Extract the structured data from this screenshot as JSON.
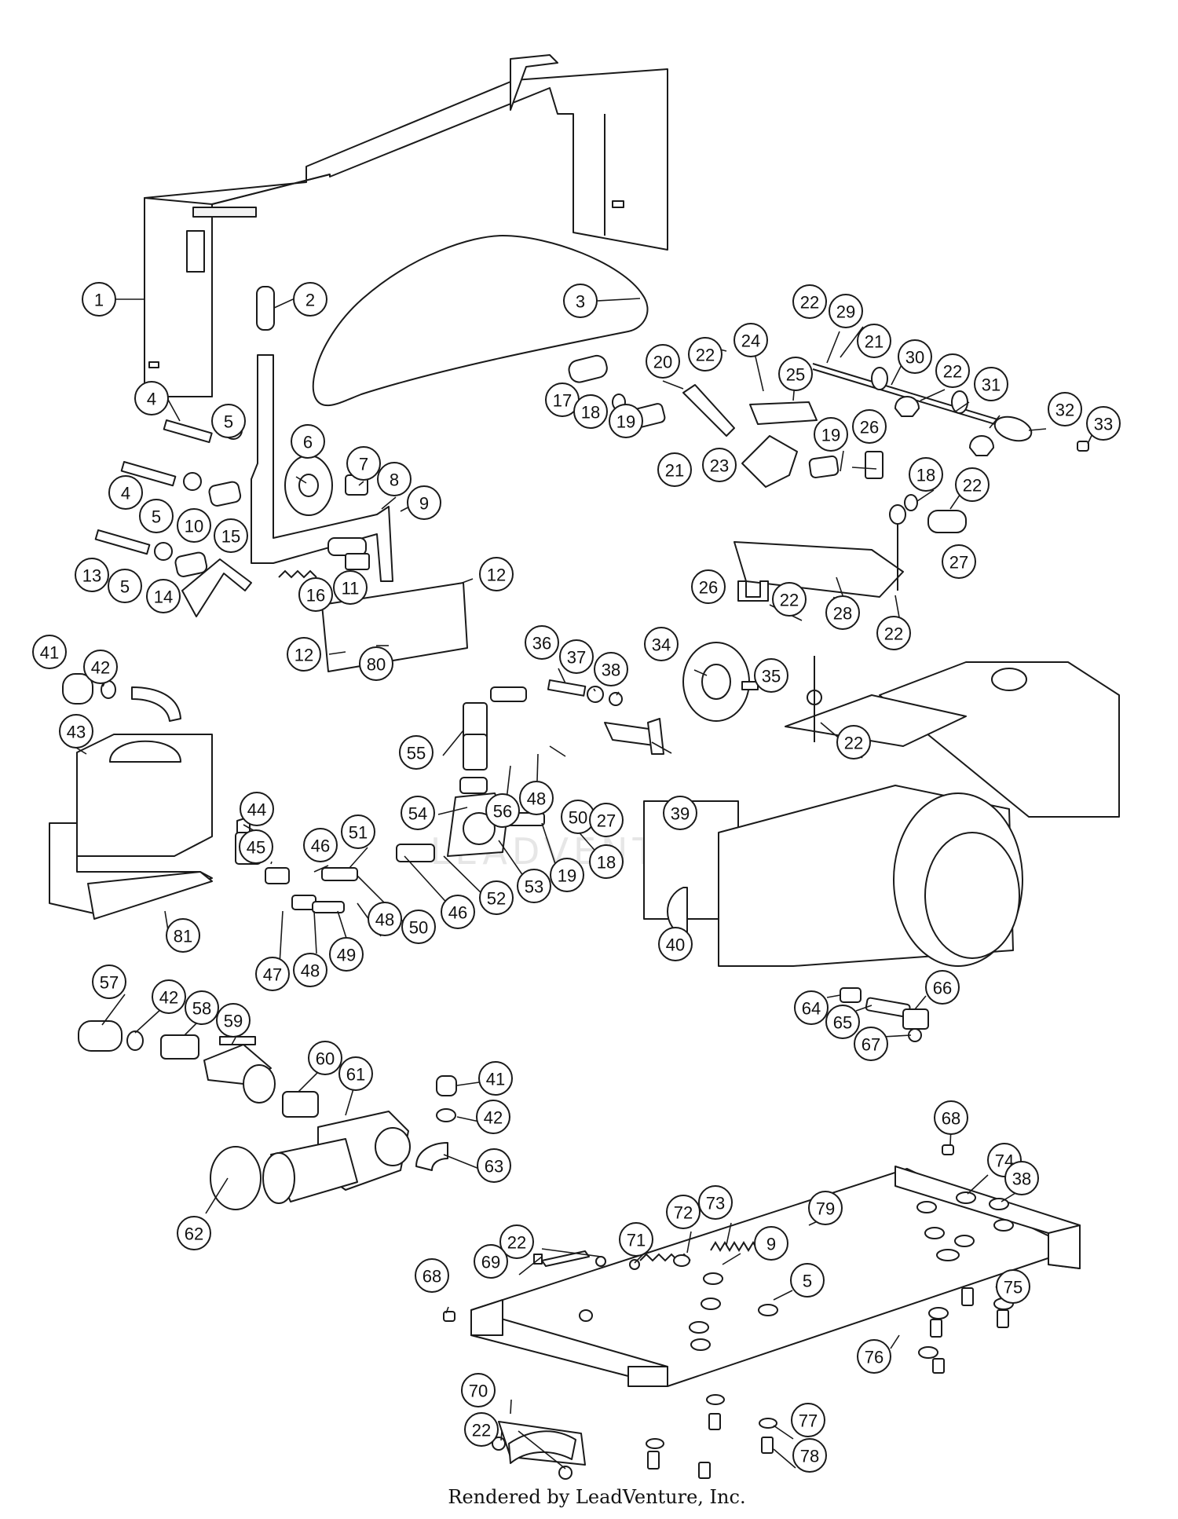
{
  "diagram": {
    "footer": "Rendered by LeadVenture, Inc.",
    "watermark": "LEADVENTURE",
    "callouts": [
      {
        "label": "1"
      },
      {
        "label": "2"
      },
      {
        "label": "3"
      },
      {
        "label": "4"
      },
      {
        "label": "5"
      },
      {
        "label": "4"
      },
      {
        "label": "5"
      },
      {
        "label": "10"
      },
      {
        "label": "6"
      },
      {
        "label": "7"
      },
      {
        "label": "8"
      },
      {
        "label": "9"
      },
      {
        "label": "13"
      },
      {
        "label": "5"
      },
      {
        "label": "14"
      },
      {
        "label": "15"
      },
      {
        "label": "16"
      },
      {
        "label": "11"
      },
      {
        "label": "12"
      },
      {
        "label": "12"
      },
      {
        "label": "80"
      },
      {
        "label": "17"
      },
      {
        "label": "18"
      },
      {
        "label": "19"
      },
      {
        "label": "20"
      },
      {
        "label": "22"
      },
      {
        "label": "24"
      },
      {
        "label": "25"
      },
      {
        "label": "21"
      },
      {
        "label": "23"
      },
      {
        "label": "22"
      },
      {
        "label": "29"
      },
      {
        "label": "21"
      },
      {
        "label": "30"
      },
      {
        "label": "22"
      },
      {
        "label": "31"
      },
      {
        "label": "32"
      },
      {
        "label": "33"
      },
      {
        "label": "19"
      },
      {
        "label": "26"
      },
      {
        "label": "18"
      },
      {
        "label": "22"
      },
      {
        "label": "27"
      },
      {
        "label": "26"
      },
      {
        "label": "22"
      },
      {
        "label": "28"
      },
      {
        "label": "22"
      },
      {
        "label": "41"
      },
      {
        "label": "42"
      },
      {
        "label": "43"
      },
      {
        "label": "81"
      },
      {
        "label": "36"
      },
      {
        "label": "37"
      },
      {
        "label": "38"
      },
      {
        "label": "34"
      },
      {
        "label": "35"
      },
      {
        "label": "22"
      },
      {
        "label": "55"
      },
      {
        "label": "56"
      },
      {
        "label": "48"
      },
      {
        "label": "50"
      },
      {
        "label": "39"
      },
      {
        "label": "54"
      },
      {
        "label": "27"
      },
      {
        "label": "18"
      },
      {
        "label": "19"
      },
      {
        "label": "53"
      },
      {
        "label": "52"
      },
      {
        "label": "46"
      },
      {
        "label": "44"
      },
      {
        "label": "45"
      },
      {
        "label": "46"
      },
      {
        "label": "51"
      },
      {
        "label": "48"
      },
      {
        "label": "50"
      },
      {
        "label": "47"
      },
      {
        "label": "48"
      },
      {
        "label": "49"
      },
      {
        "label": "40"
      },
      {
        "label": "57"
      },
      {
        "label": "42"
      },
      {
        "label": "58"
      },
      {
        "label": "59"
      },
      {
        "label": "60"
      },
      {
        "label": "61"
      },
      {
        "label": "41"
      },
      {
        "label": "42"
      },
      {
        "label": "63"
      },
      {
        "label": "62"
      },
      {
        "label": "64"
      },
      {
        "label": "65"
      },
      {
        "label": "66"
      },
      {
        "label": "67"
      },
      {
        "label": "68"
      },
      {
        "label": "74"
      },
      {
        "label": "38"
      },
      {
        "label": "79"
      },
      {
        "label": "73"
      },
      {
        "label": "72"
      },
      {
        "label": "71"
      },
      {
        "label": "22"
      },
      {
        "label": "69"
      },
      {
        "label": "9"
      },
      {
        "label": "5"
      },
      {
        "label": "75"
      },
      {
        "label": "68"
      },
      {
        "label": "76"
      },
      {
        "label": "70"
      },
      {
        "label": "22"
      },
      {
        "label": "77"
      },
      {
        "label": "78"
      }
    ]
  }
}
